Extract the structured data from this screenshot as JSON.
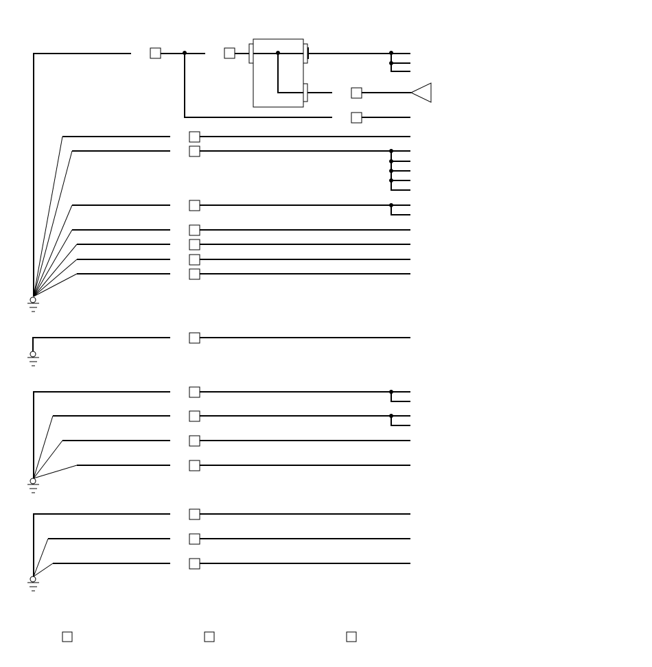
{
  "diagram": {
    "type": "wiring-schematic",
    "line_color": "#000000",
    "background_color": "#ffffff",
    "ground_symbols": 4,
    "connector_boxes": 22,
    "splice_dots": 12,
    "components": [
      "relay-block",
      "output-triangle"
    ],
    "legend_boxes": 3
  }
}
